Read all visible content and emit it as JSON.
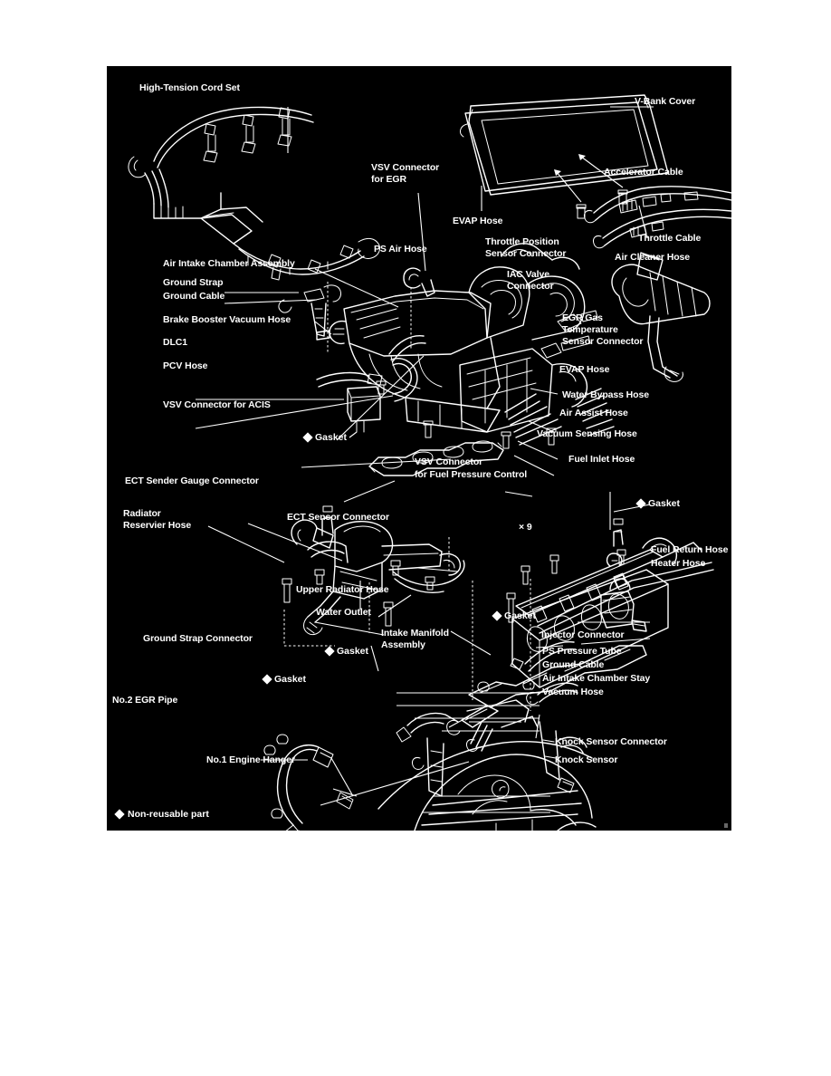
{
  "document": {
    "type": "engine-component-exploded-diagram",
    "background": "#ffffff",
    "panel_color": "#000000",
    "line_color": "#ffffff"
  },
  "legend": {
    "symbol": "diamond",
    "text": "Non-reusable part"
  },
  "labels": {
    "high_tension_cord_set": "High-Tension Cord Set",
    "v_bank_cover": "V-Bank Cover",
    "vsv_connector_for_egr_l1": "VSV Connector",
    "vsv_connector_for_egr_l2": "for EGR",
    "accelerator_cable": "Accelerator Cable",
    "evap_hose_top": "EVAP Hose",
    "throttle_position_sensor_l1": "Throttle Position",
    "throttle_position_sensor_l2": "Sensor Connector",
    "throttle_cable": "Throttle Cable",
    "ps_air_hose": "PS Air Hose",
    "air_cleaner_hose": "Air Cleaner Hose",
    "iac_valve_l1": "IAC Valve",
    "iac_valve_l2": "Connector",
    "air_intake_chamber_assembly": "Air Intake Chamber Assembly",
    "ground_strap": "Ground Strap",
    "ground_cable_top": "Ground Cable",
    "brake_booster_vacuum_hose": "Brake Booster Vacuum Hose",
    "egr_gas_temp_l1": "EGR Gas",
    "egr_gas_temp_l2": "Temperature",
    "egr_gas_temp_l3": "Sensor Connector",
    "dlc1": "DLC1",
    "pcv_hose": "PCV Hose",
    "evap_hose_mid": "EVAP Hose",
    "water_bypass_hose": "Water Bypass Hose",
    "vsv_connector_for_acis": "VSV Connector for ACIS",
    "air_assist_hose": "Air Assist Hose",
    "vacuum_sensing_hose": "Vacuum Sensing Hose",
    "gasket_1": "Gasket",
    "vsv_fuel_pressure_l1": "VSV Connector",
    "vsv_fuel_pressure_l2": "for Fuel Pressure Control",
    "fuel_inlet_hose": "Fuel Inlet Hose",
    "ect_sender_gauge_connector": "ECT Sender Gauge Connector",
    "gasket_2": "Gasket",
    "radiator_reservier_hose_l1": "Radiator",
    "radiator_reservier_hose_l2": "Reservier Hose",
    "ect_sensor_connector": "ECT Sensor Connector",
    "bolt_count": "× 9",
    "fuel_return_hose": "Fuel Return Hose",
    "heater_hose": "Heater Hose",
    "upper_radiator_hose": "Upper Radiator Hose",
    "water_outlet": "Water Outlet",
    "gasket_3": "Gasket",
    "intake_manifold_assembly_l1": "Intake Manifold",
    "intake_manifold_assembly_l2": "Assembly",
    "injector_connector": "Injector Connector",
    "ground_strap_connector": "Ground Strap Connector",
    "gasket_4": "Gasket",
    "ps_pressure_tube": "PS Pressure Tube",
    "ground_cable_bottom": "Ground Cable",
    "air_intake_chamber_stay": "Air Intake Chamber Stay",
    "gasket_5": "Gasket",
    "vacuum_hose": "Vacuum Hose",
    "no2_egr_pipe": "No.2 EGR Pipe",
    "knock_sensor_connector": "Knock Sensor Connector",
    "no1_engine_hanger": "No.1 Engine Hanger",
    "knock_sensor": "Knock Sensor"
  }
}
